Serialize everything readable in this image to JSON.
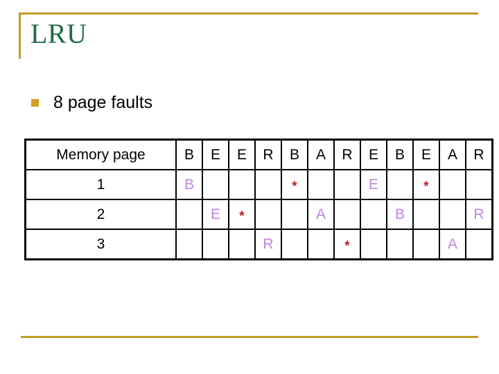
{
  "slide": {
    "title": "LRU",
    "accent_color": "#c29a23",
    "title_color": "#1d6b43",
    "bullet_marker_color": "#d39f1f",
    "bullets": [
      {
        "marker": "square-bullet",
        "text": "8 page faults"
      }
    ]
  },
  "table": {
    "row_header_label": "Memory page",
    "reference_string": [
      "B",
      "E",
      "E",
      "R",
      "B",
      "A",
      "R",
      "E",
      "B",
      "E",
      "A",
      "R"
    ],
    "letter_color": "#c183e0",
    "star_color": "#b81f2a",
    "hit_symbol": "*",
    "rows": [
      {
        "label": "1",
        "cells": [
          "B",
          "",
          "",
          "",
          "*",
          "",
          "",
          "E",
          "",
          "*",
          "",
          ""
        ]
      },
      {
        "label": "2",
        "cells": [
          "",
          "E",
          "*",
          "",
          "",
          "A",
          "",
          "",
          "B",
          "",
          "",
          "R"
        ]
      },
      {
        "label": "3",
        "cells": [
          "",
          "",
          "",
          "R",
          "",
          "",
          "*",
          "",
          "",
          "",
          "A",
          ""
        ]
      }
    ]
  }
}
